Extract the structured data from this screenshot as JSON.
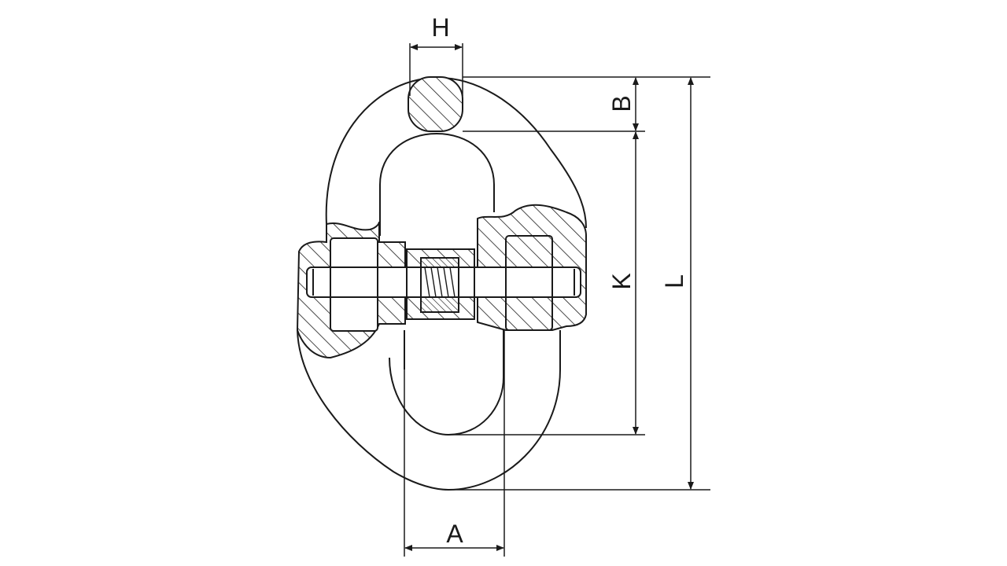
{
  "diagram": {
    "dimensions": {
      "H": "H",
      "B": "B",
      "K": "K",
      "L": "L",
      "A": "A"
    },
    "colors": {
      "line": "#1a1a1a",
      "background": "#ffffff"
    }
  }
}
